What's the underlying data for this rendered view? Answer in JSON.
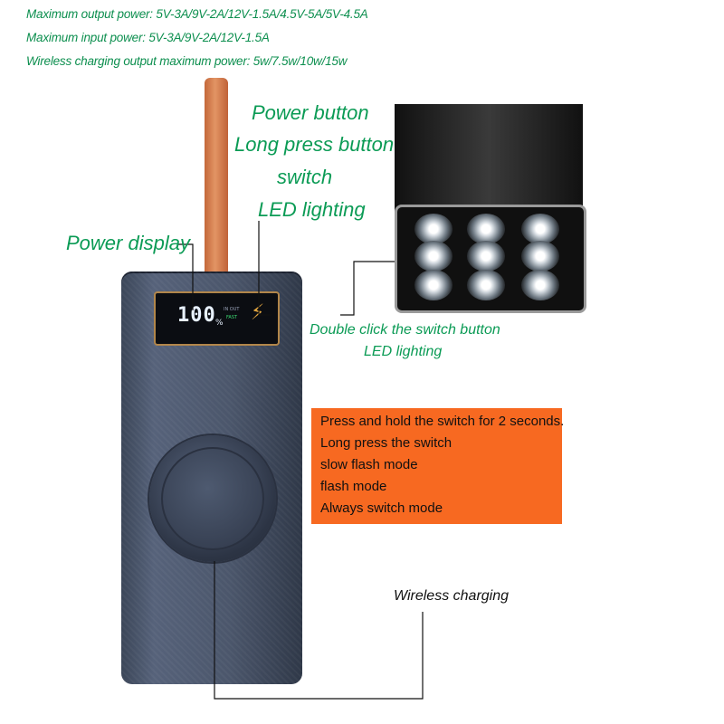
{
  "specs": {
    "max_output": "Maximum output power: 5V-3A/9V-2A/12V-1.5A/4.5V-5A/5V-4.5A",
    "max_input": "Maximum input power: 5V-3A/9V-2A/12V-1.5A",
    "wireless_output": "Wireless charging output maximum power: 5w/7.5w/10w/15w"
  },
  "labels": {
    "power_display": "Power display",
    "power_button_1": "Power button",
    "power_button_2": "Long press button",
    "power_button_3": "switch",
    "power_button_4": "LED lighting",
    "double_click_1": "Double click the switch button",
    "double_click_2": "LED lighting",
    "wireless_charging": "Wireless charging"
  },
  "display": {
    "percent": "100",
    "percent_sign": "%",
    "in_out": "IN OUT",
    "fast": "FAST"
  },
  "modes": {
    "lines": [
      "Press and hold the switch for 2 seconds.",
      "Long press the switch",
      "slow flash mode",
      "flash mode",
      "Always switch mode"
    ]
  },
  "colors": {
    "label_green": "#0b9b55",
    "mode_box": "#f76921",
    "device_body": "#4b566b",
    "display_frame": "#b2864a"
  }
}
